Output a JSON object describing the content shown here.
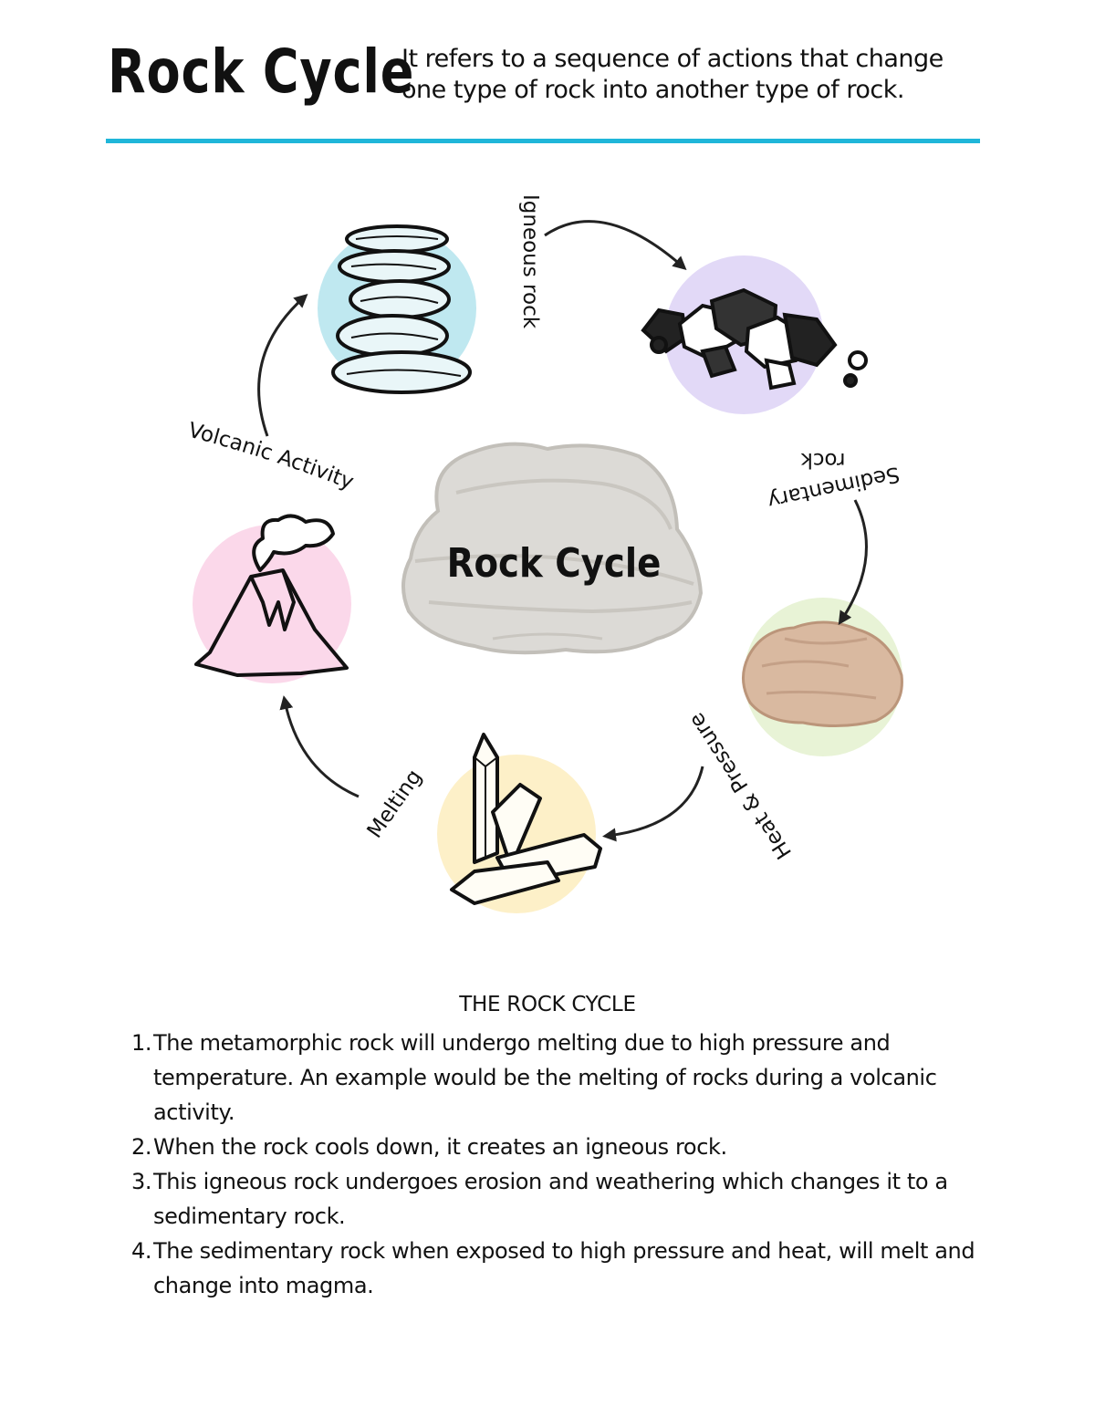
{
  "header": {
    "title": "Rock Cycle",
    "definition": "It refers to a sequence of actions that change one type of rock into another type of rock.",
    "divider_color": "#1fb6d9"
  },
  "diagram": {
    "center_label": "Rock Cycle",
    "labels": {
      "igneous": "Igneous rock",
      "sedimentary_line1": "Sedimentary",
      "sedimentary_line2": "rock",
      "heat_pressure": "Heat & Pressure",
      "melting": "Melting",
      "volcanic": "Volcanic Activity"
    },
    "circle_colors": {
      "igneous": "#bfe8f0",
      "sedimentary": "#e2d9f7",
      "rock": "#e8f3d6",
      "crystal": "#fdf0c8",
      "volcano": "#fbd8ea"
    }
  },
  "notes": {
    "title": "THE ROCK CYCLE",
    "items": [
      {
        "num": "1.",
        "text": "The metamorphic rock will undergo melting due to high pressure and temperature. An example would be the melting of rocks during a volcanic activity."
      },
      {
        "num": "2.",
        "text": "When the rock cools down, it creates an igneous rock."
      },
      {
        "num": "3.",
        "text": "This igneous rock undergoes erosion and weathering which changes it to a sedimentary rock."
      },
      {
        "num": "4.",
        "text": "The sedimentary rock when exposed to high pressure and heat, will melt and change into magma."
      }
    ]
  }
}
